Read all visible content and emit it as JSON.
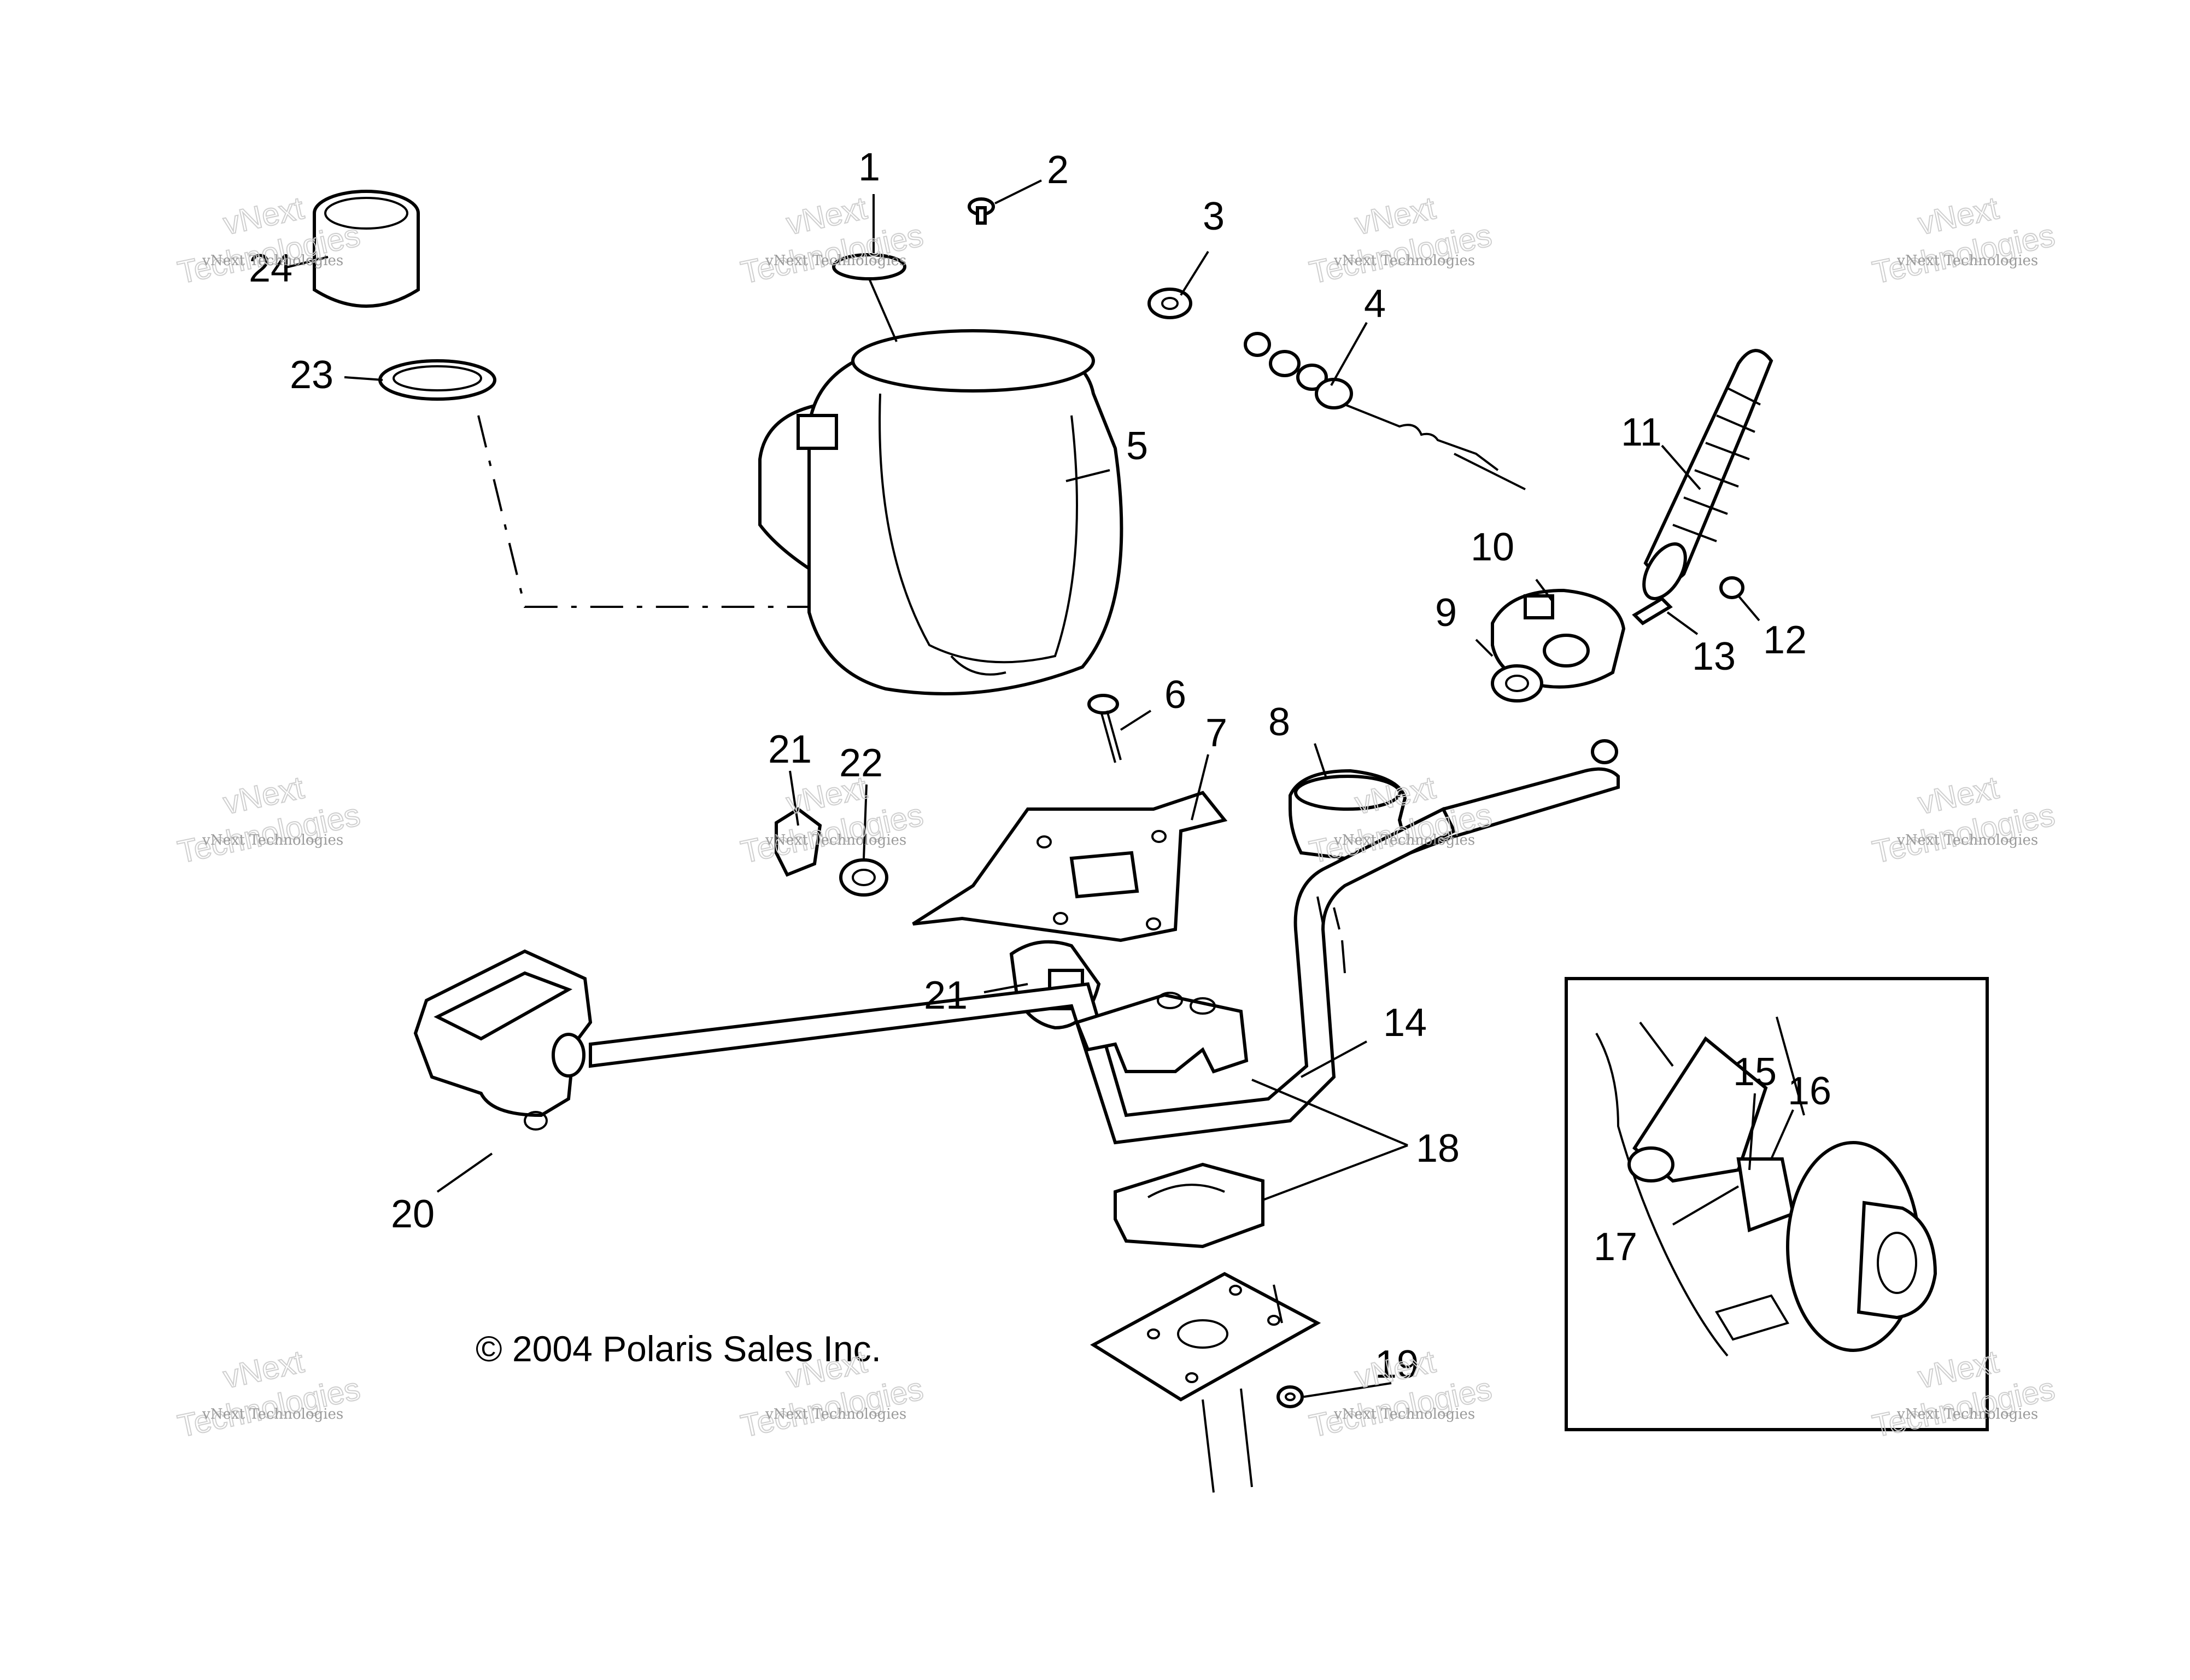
{
  "callouts": [
    {
      "id": "1",
      "text": "1"
    },
    {
      "id": "2",
      "text": "2"
    },
    {
      "id": "3",
      "text": "3"
    },
    {
      "id": "4",
      "text": "4"
    },
    {
      "id": "5",
      "text": "5"
    },
    {
      "id": "6",
      "text": "6"
    },
    {
      "id": "7",
      "text": "7"
    },
    {
      "id": "8",
      "text": "8"
    },
    {
      "id": "9",
      "text": "9"
    },
    {
      "id": "10",
      "text": "10"
    },
    {
      "id": "11",
      "text": "11"
    },
    {
      "id": "12",
      "text": "12"
    },
    {
      "id": "13",
      "text": "13"
    },
    {
      "id": "14",
      "text": "14"
    },
    {
      "id": "15",
      "text": "15"
    },
    {
      "id": "16",
      "text": "16"
    },
    {
      "id": "17",
      "text": "17"
    },
    {
      "id": "18",
      "text": "18"
    },
    {
      "id": "19",
      "text": "19"
    },
    {
      "id": "20",
      "text": "20"
    },
    {
      "id": "21a",
      "text": "21"
    },
    {
      "id": "21b",
      "text": "21"
    },
    {
      "id": "22",
      "text": "22"
    },
    {
      "id": "23",
      "text": "23"
    },
    {
      "id": "24",
      "text": "24"
    }
  ],
  "copyright": "© 2004 Polaris Sales Inc.",
  "watermark": {
    "small": "vNext Technologies",
    "big_top": "vNext",
    "big_bottom": "Technologies"
  }
}
